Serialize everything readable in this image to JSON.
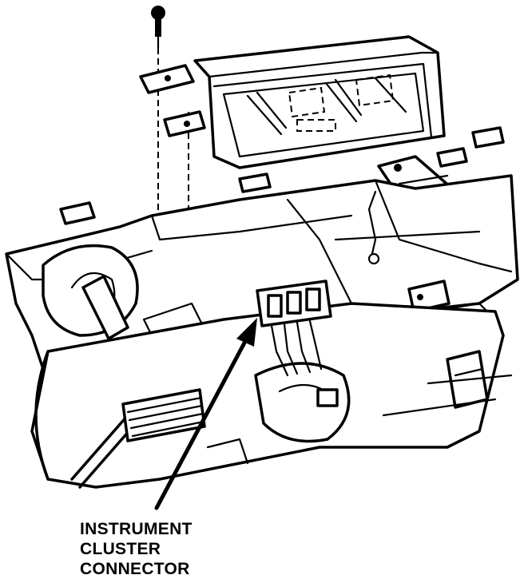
{
  "diagram": {
    "callout": {
      "lines": [
        "INSTRUMENT",
        "CLUSTER",
        "CONNECTOR"
      ]
    }
  }
}
